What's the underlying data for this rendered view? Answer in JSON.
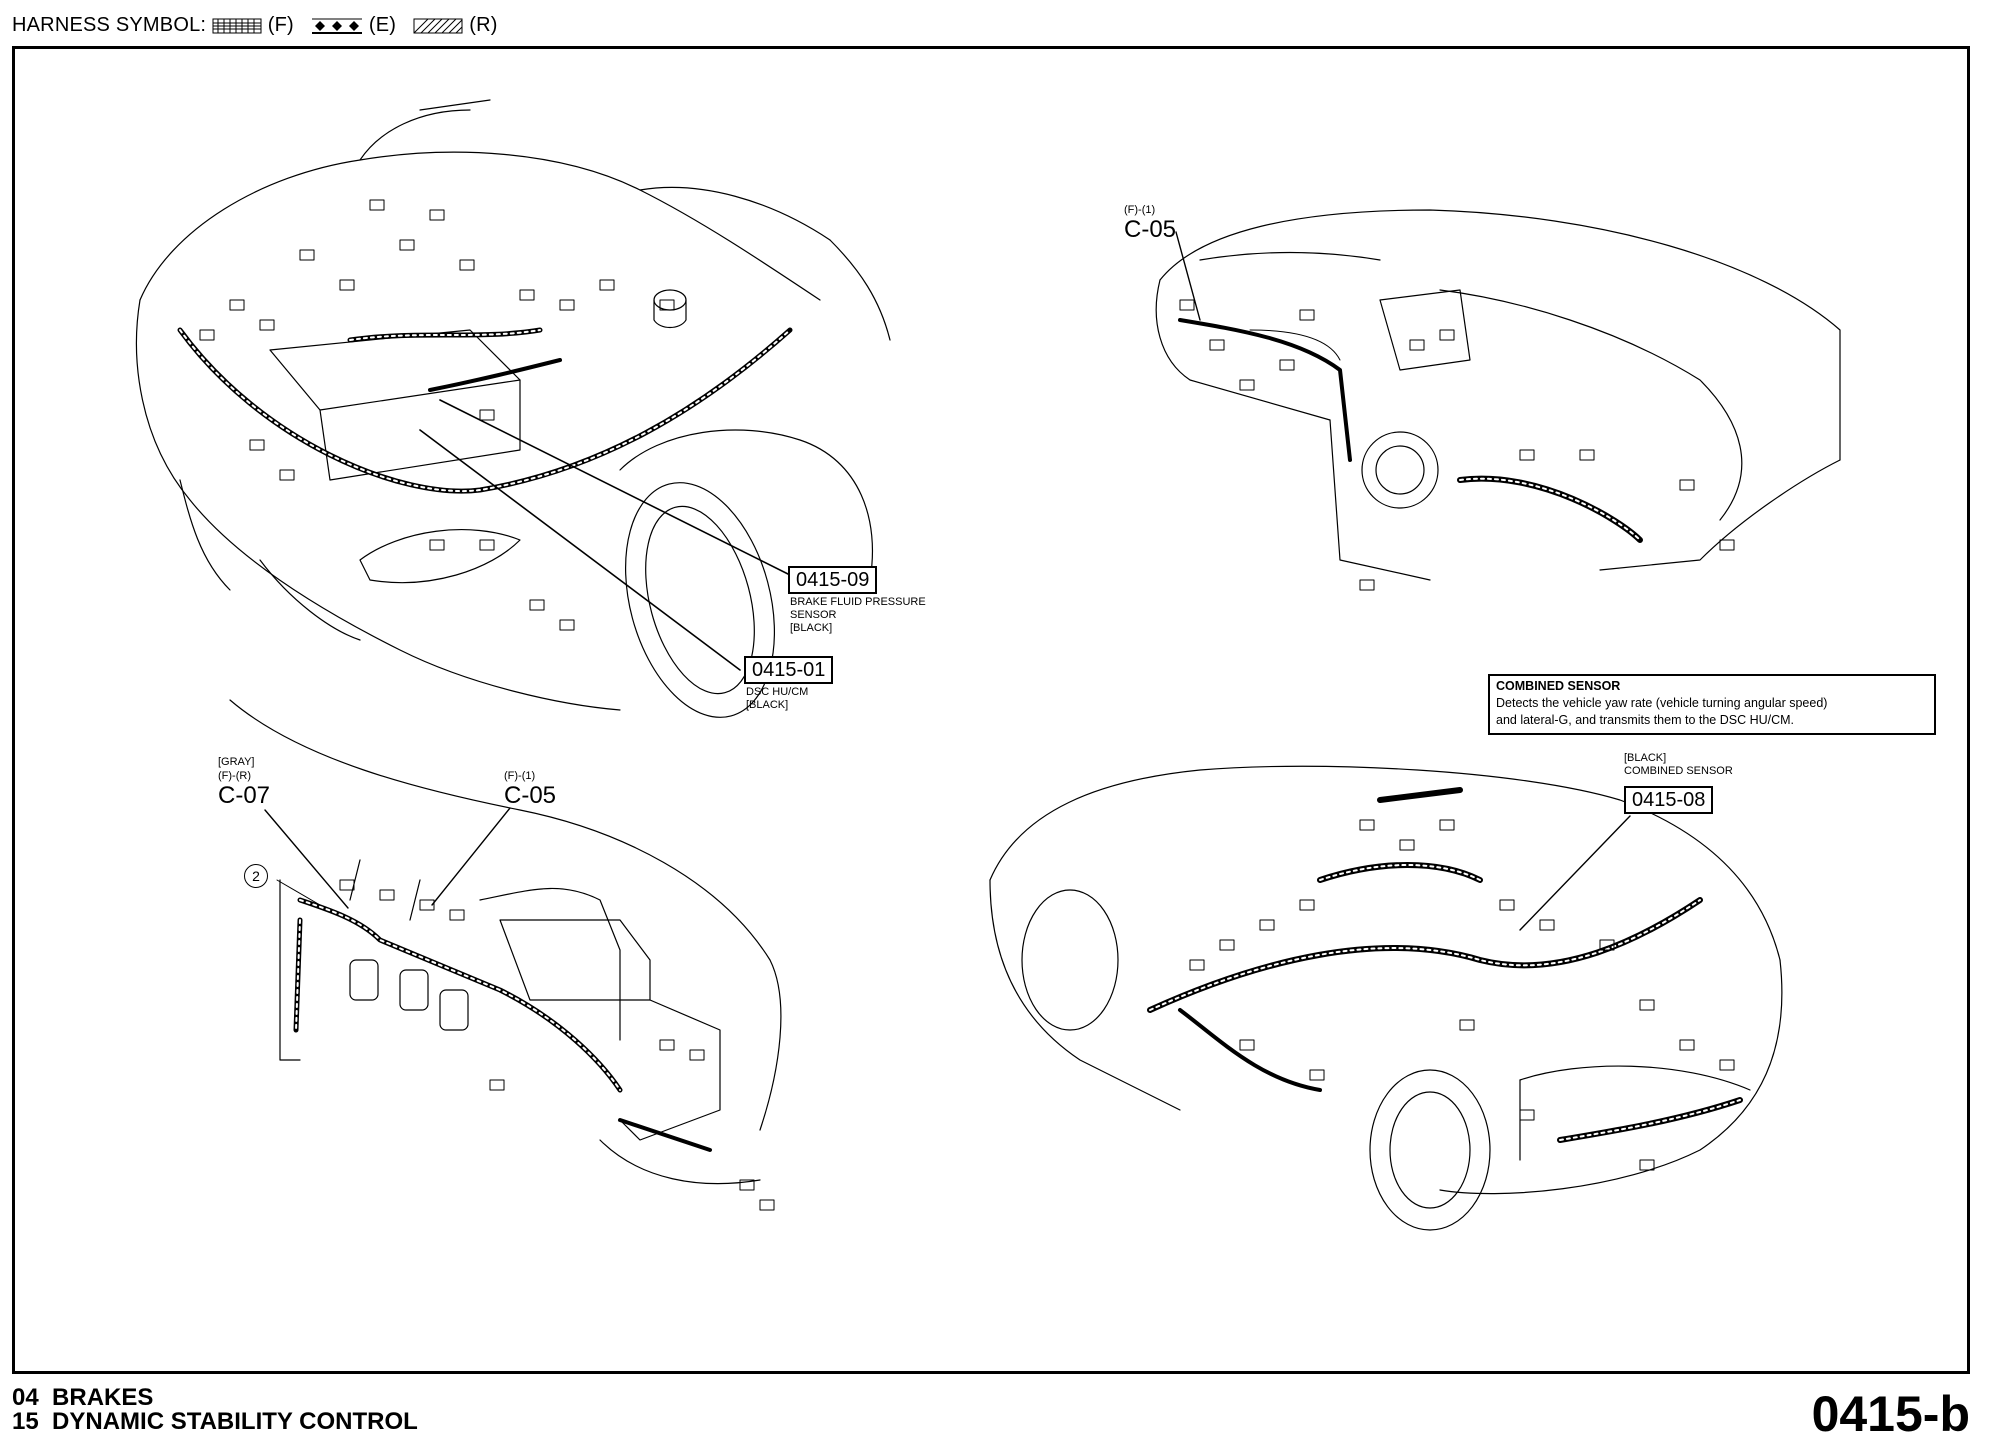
{
  "header": {
    "label": "HARNESS SYMBOL:",
    "symbols": [
      {
        "code": "(F)",
        "style": "dense-grid"
      },
      {
        "code": "(E)",
        "style": "diamonds"
      },
      {
        "code": "(R)",
        "style": "diagonal-hatch"
      }
    ]
  },
  "callouts": {
    "c0415_09": {
      "code": "0415-09",
      "lines": [
        "BRAKE FLUID PRESSURE",
        "SENSOR",
        "[BLACK]"
      ]
    },
    "c0415_01": {
      "code": "0415-01",
      "lines": [
        "DSC HU/CM",
        "[BLACK]"
      ]
    },
    "c0415_08": {
      "code": "0415-08",
      "lines": [
        "[BLACK]",
        "COMBINED SENSOR"
      ]
    }
  },
  "connectors": {
    "top_right_c05": {
      "ref": "(F)-(1)",
      "id": "C-05"
    },
    "bottom_left_c07": {
      "color": "[GRAY]",
      "ref": "(F)-(R)",
      "id": "C-07"
    },
    "bottom_left_c05": {
      "ref": "(F)-(1)",
      "id": "C-05"
    },
    "circle_marker": "2"
  },
  "combined_sensor_note": {
    "title": "COMBINED SENSOR",
    "lines": [
      "Detects the vehicle yaw rate (vehicle turning angular speed)",
      "and lateral-G, and transmits them to the DSC HU/CM."
    ]
  },
  "footer": {
    "line1": "04  BRAKES",
    "line2": "15  DYNAMIC STABILITY CONTROL",
    "page_code": "0415-b"
  }
}
